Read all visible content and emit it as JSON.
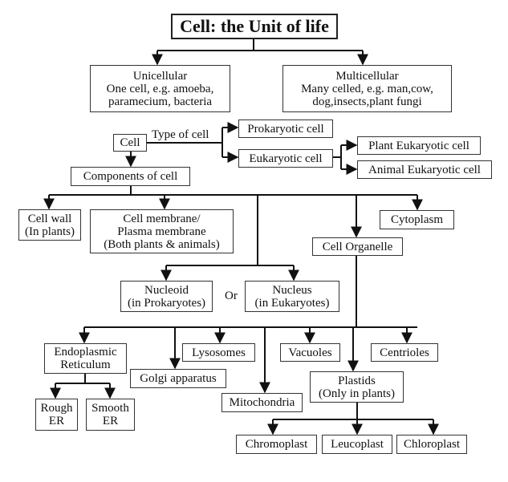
{
  "title": "Cell: the Unit of life",
  "nodes": {
    "unicellular": "Unicellular\nOne cell, e.g. amoeba,\nparamecium, bacteria",
    "multicellular": "Multicellular\nMany celled, e.g. man,cow,\ndog,insects,plant fungi",
    "cell": "Cell",
    "prokaryotic": "Prokaryotic cell",
    "eukaryotic": "Eukaryotic cell",
    "plant_eukaryotic": "Plant Eukaryotic cell",
    "animal_eukaryotic": "Animal Eukaryotic cell",
    "components": "Components of cell",
    "cell_wall": "Cell wall\n(In plants)",
    "cell_membrane": "Cell membrane/\nPlasma membrane\n(Both plants & animals)",
    "cytoplasm": "Cytoplasm",
    "cell_organelle": "Cell Organelle",
    "nucleoid": "Nucleoid\n(in Prokaryotes)",
    "nucleus": "Nucleus\n(in Eukaryotes)",
    "er": "Endoplasmic\nReticulum",
    "golgi": "Golgi apparatus",
    "lysosomes": "Lysosomes",
    "mitochondria": "Mitochondria",
    "vacuoles": "Vacuoles",
    "plastids": "Plastids\n(Only in plants)",
    "centrioles": "Centrioles",
    "rough_er": "Rough\nER",
    "smooth_er": "Smooth\nER",
    "chromoplast": "Chromoplast",
    "leucoplast": "Leucoplast",
    "chloroplast": "Chloroplast"
  },
  "labels": {
    "type_of_cell": "Type of cell",
    "or": "Or"
  }
}
